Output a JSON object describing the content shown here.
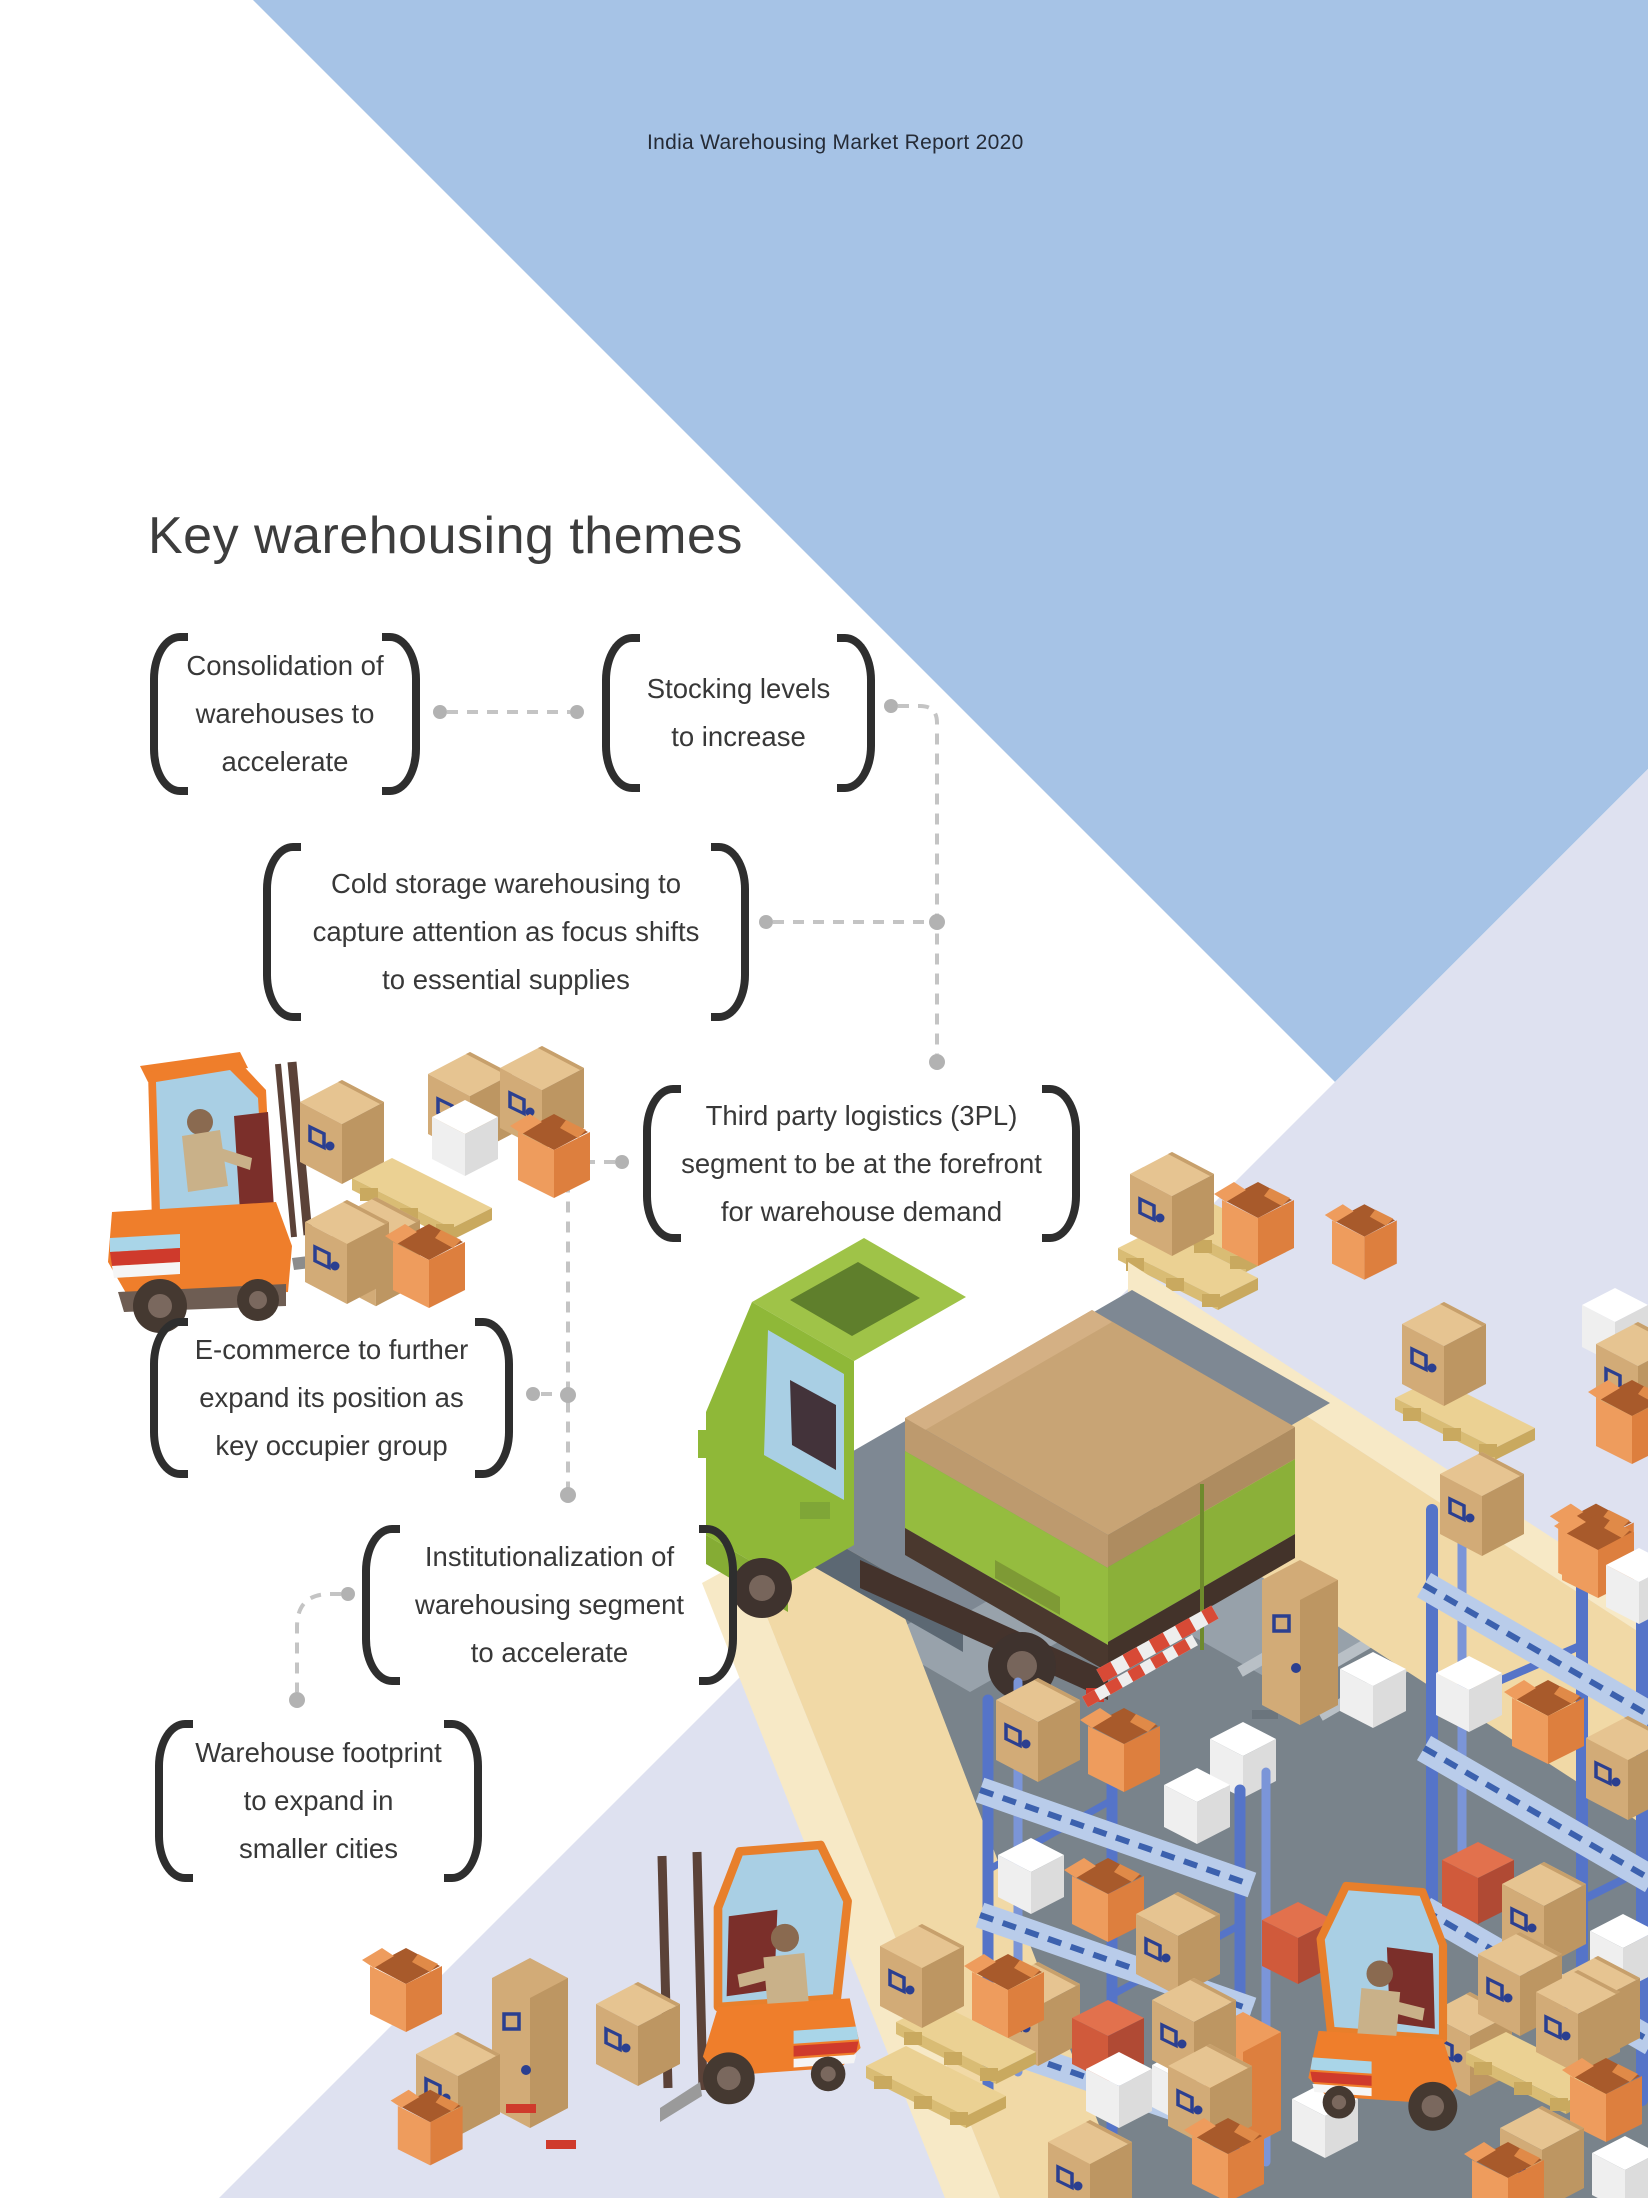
{
  "page": {
    "header": "India Warehousing Market Report 2020",
    "title": "Key warehousing themes"
  },
  "themes": [
    {
      "name": "consolidation",
      "lines": [
        "Consolidation of",
        "warehouses to",
        "accelerate"
      ]
    },
    {
      "name": "stocking-levels",
      "lines": [
        "Stocking levels",
        "to increase"
      ]
    },
    {
      "name": "cold-storage",
      "lines": [
        "Cold storage warehousing to",
        "capture attention as focus shifts",
        "to essential supplies"
      ]
    },
    {
      "name": "third-party-logistics",
      "lines": [
        "Third party logistics (3PL)",
        "segment to be at the forefront",
        "for warehouse demand"
      ]
    },
    {
      "name": "ecommerce",
      "lines": [
        "E-commerce to further",
        "expand its position as",
        "key occupier group"
      ]
    },
    {
      "name": "institutionalization",
      "lines": [
        "Institutionalization of",
        "warehousing segment",
        "to accelerate"
      ]
    },
    {
      "name": "footprint",
      "lines": [
        "Warehouse footprint",
        "to expand in",
        "smaller cities"
      ]
    }
  ],
  "colors": {
    "blue_triangle": "#a6c3e6",
    "lavender_triangle": "#dee1f0",
    "bracket": "#2e2e2e",
    "body_text": "#383838",
    "connector": "#c4c4c4",
    "connector_dot": "#b2b2b2",
    "forklift_orange": "#ef7e2b",
    "truck_green": "#95bc3f",
    "box_tan": "#d6b080",
    "box_orange": "#e8965a",
    "wall_tan": "#f1d9a6",
    "road_gray": "#7e8893",
    "floor_gray": "#79838b",
    "rack_blue": "#5574c8",
    "shelf_blue": "#b9ccea",
    "logo_blue": "#2b3f90"
  }
}
